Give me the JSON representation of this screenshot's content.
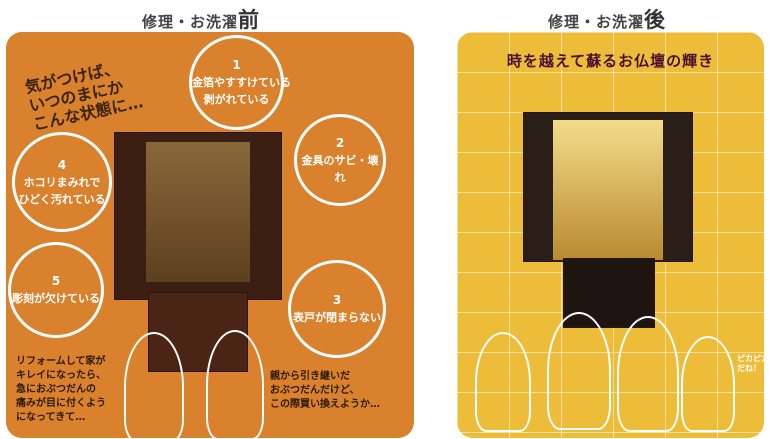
{
  "before": {
    "title_prefix": "修理・お洗濯",
    "title_suffix": "前",
    "intro": "気がつけば、\nいつのまにか\nこんな状態に…",
    "issues": [
      {
        "num": "1",
        "text": "金箔やすすけている\n剥がれている"
      },
      {
        "num": "2",
        "text": "金具のサビ・壊れ"
      },
      {
        "num": "3",
        "text": "表戸が閉まらない"
      },
      {
        "num": "4",
        "text": "ホコリまみれで\nひどく汚れている"
      },
      {
        "num": "5",
        "text": "彫刻が欠けている"
      }
    ],
    "woman_speech": "リフォームして家が\nキレイになったら、\n急におぶつだんの\n痛みが目に付くよう\nになってきて…",
    "man_speech": "親から引き継いだ\nおぶつだんだけど、\nこの際買い換えようか…",
    "bg_color": "#d9812c"
  },
  "after": {
    "title_prefix": "修理・お洗濯",
    "title_suffix": "後",
    "headline": "時を越えて蘇るお仏壇の輝き",
    "child_speech": "ピカピカ\nだね！",
    "bg_color": "#edbd3a"
  },
  "arrow_color": "#6b1530"
}
